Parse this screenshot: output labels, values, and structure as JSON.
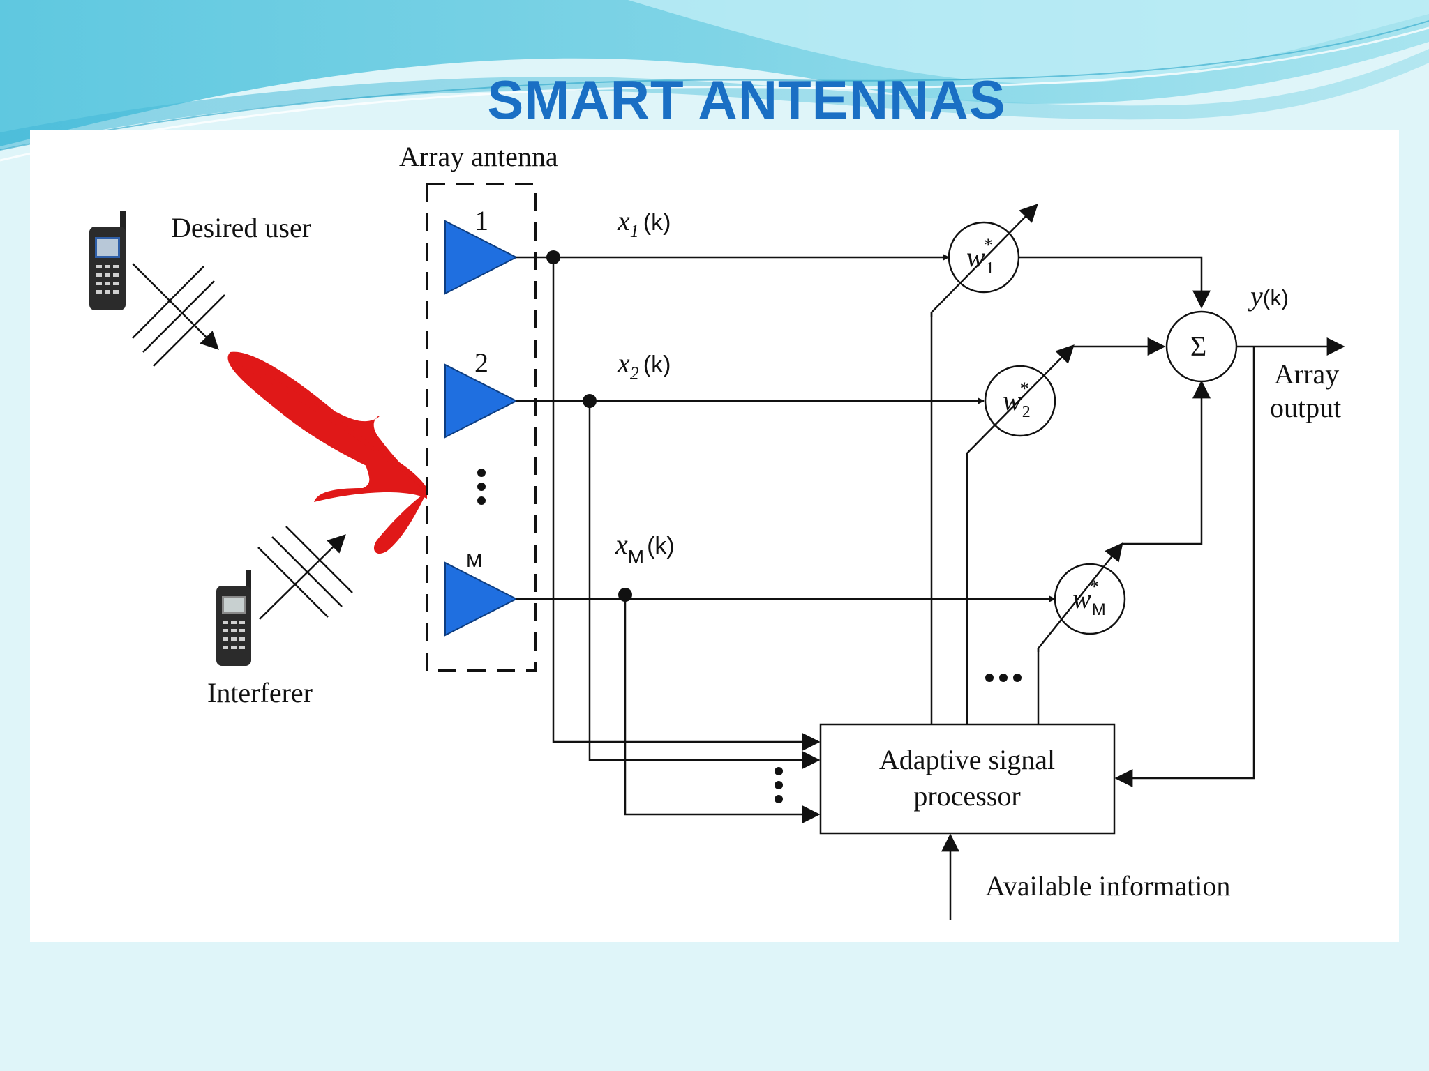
{
  "slide": {
    "title": "SMART ANTENNAS"
  },
  "diagram": {
    "array_antenna_label": "Array antenna",
    "desired_user_label": "Desired user",
    "interferer_label": "Interferer",
    "antenna_1_index": "1",
    "antenna_2_index": "2",
    "antenna_m_index": "M",
    "signal_1": {
      "var": "x",
      "sub": "1",
      "arg": "(k)"
    },
    "signal_2": {
      "var": "x",
      "sub": "2",
      "arg": "(k)"
    },
    "signal_m": {
      "var": "x",
      "sub": "M",
      "arg": "(k)"
    },
    "weight_1": {
      "var": "w",
      "sup": "*",
      "sub": "1"
    },
    "weight_2": {
      "var": "w",
      "sup": "*",
      "sub": "2"
    },
    "weight_m": {
      "var": "w",
      "sup": "*",
      "sub": "M"
    },
    "summer_symbol": "Σ",
    "output_signal": {
      "var": "y",
      "arg": "(k)"
    },
    "array_output_line1": "Array",
    "array_output_line2": "output",
    "processor_line1": "Adaptive signal",
    "processor_line2": "processor",
    "available_information": "Available information",
    "colors": {
      "antenna": "#1f6fe0",
      "beam": "#e01818",
      "title": "#1a6fc4"
    },
    "icons": [
      "mobile-phone-icon",
      "wave-front-icon",
      "beam-pattern-icon",
      "antenna-element-icon"
    ]
  }
}
